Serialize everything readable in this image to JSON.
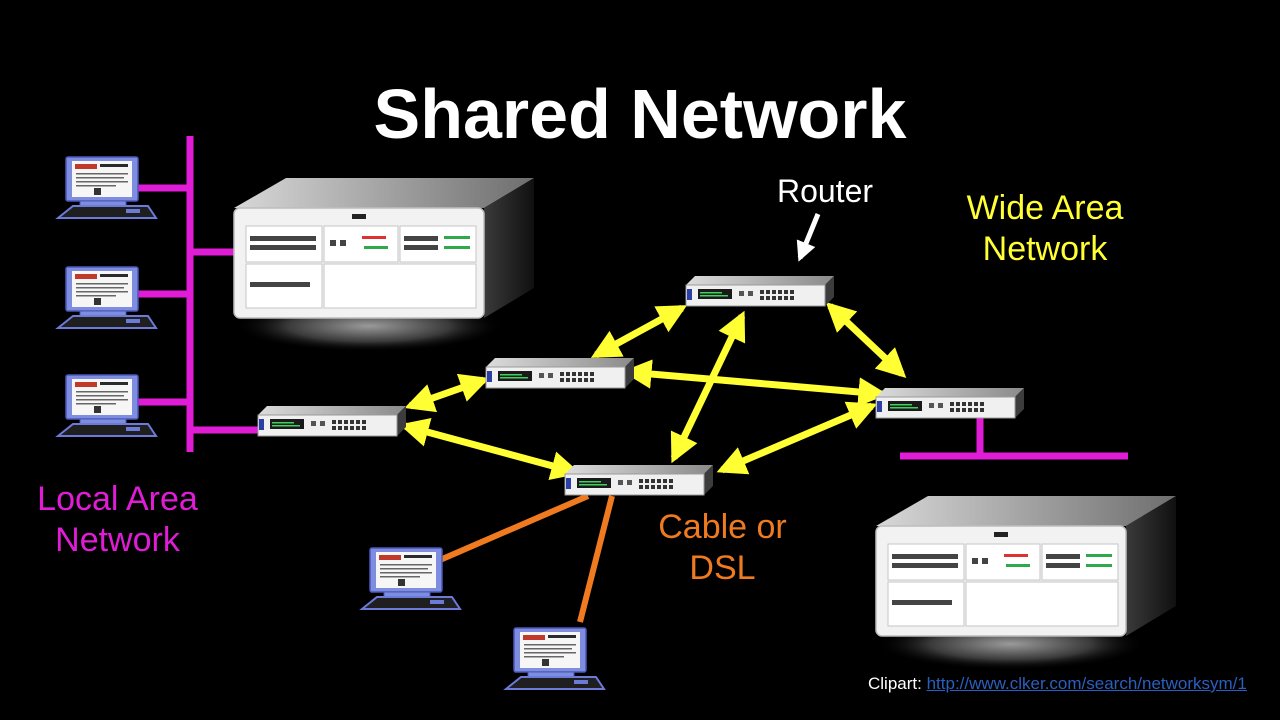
{
  "title": "Shared Network",
  "labels": {
    "router": "Router",
    "wan": "Wide Area Network",
    "lan": "Local Area Network",
    "cable": "Cable or DSL"
  },
  "credit": {
    "prefix": "Clipart:",
    "link": "http://www.clker.com/search/networksym/1"
  },
  "colors": {
    "background": "#000000",
    "lan": "#e01cd6",
    "wan": "#ffff33",
    "cable": "#f07a20",
    "link": "#2b5fbf"
  },
  "nodes": {
    "servers": [
      "server-top-left",
      "server-bottom-right"
    ],
    "routers": [
      "router-top",
      "router-mid-left",
      "router-lan",
      "router-cable",
      "router-right"
    ],
    "lan_computers": [
      "computer-lan-1",
      "computer-lan-2",
      "computer-lan-3"
    ],
    "cable_computers": [
      "computer-cable-1",
      "computer-cable-2"
    ]
  },
  "links": [
    {
      "from": "router-lan",
      "to": "router-mid-left",
      "type": "wan"
    },
    {
      "from": "router-lan",
      "to": "router-cable",
      "type": "wan"
    },
    {
      "from": "router-mid-left",
      "to": "router-top",
      "type": "wan"
    },
    {
      "from": "router-mid-left",
      "to": "router-right",
      "type": "wan"
    },
    {
      "from": "router-top",
      "to": "router-right",
      "type": "wan"
    },
    {
      "from": "router-top",
      "to": "router-cable",
      "type": "wan"
    },
    {
      "from": "router-cable",
      "to": "router-right",
      "type": "wan"
    },
    {
      "from": "router-cable",
      "to": "computer-cable-1",
      "type": "cable"
    },
    {
      "from": "router-cable",
      "to": "computer-cable-2",
      "type": "cable"
    }
  ]
}
